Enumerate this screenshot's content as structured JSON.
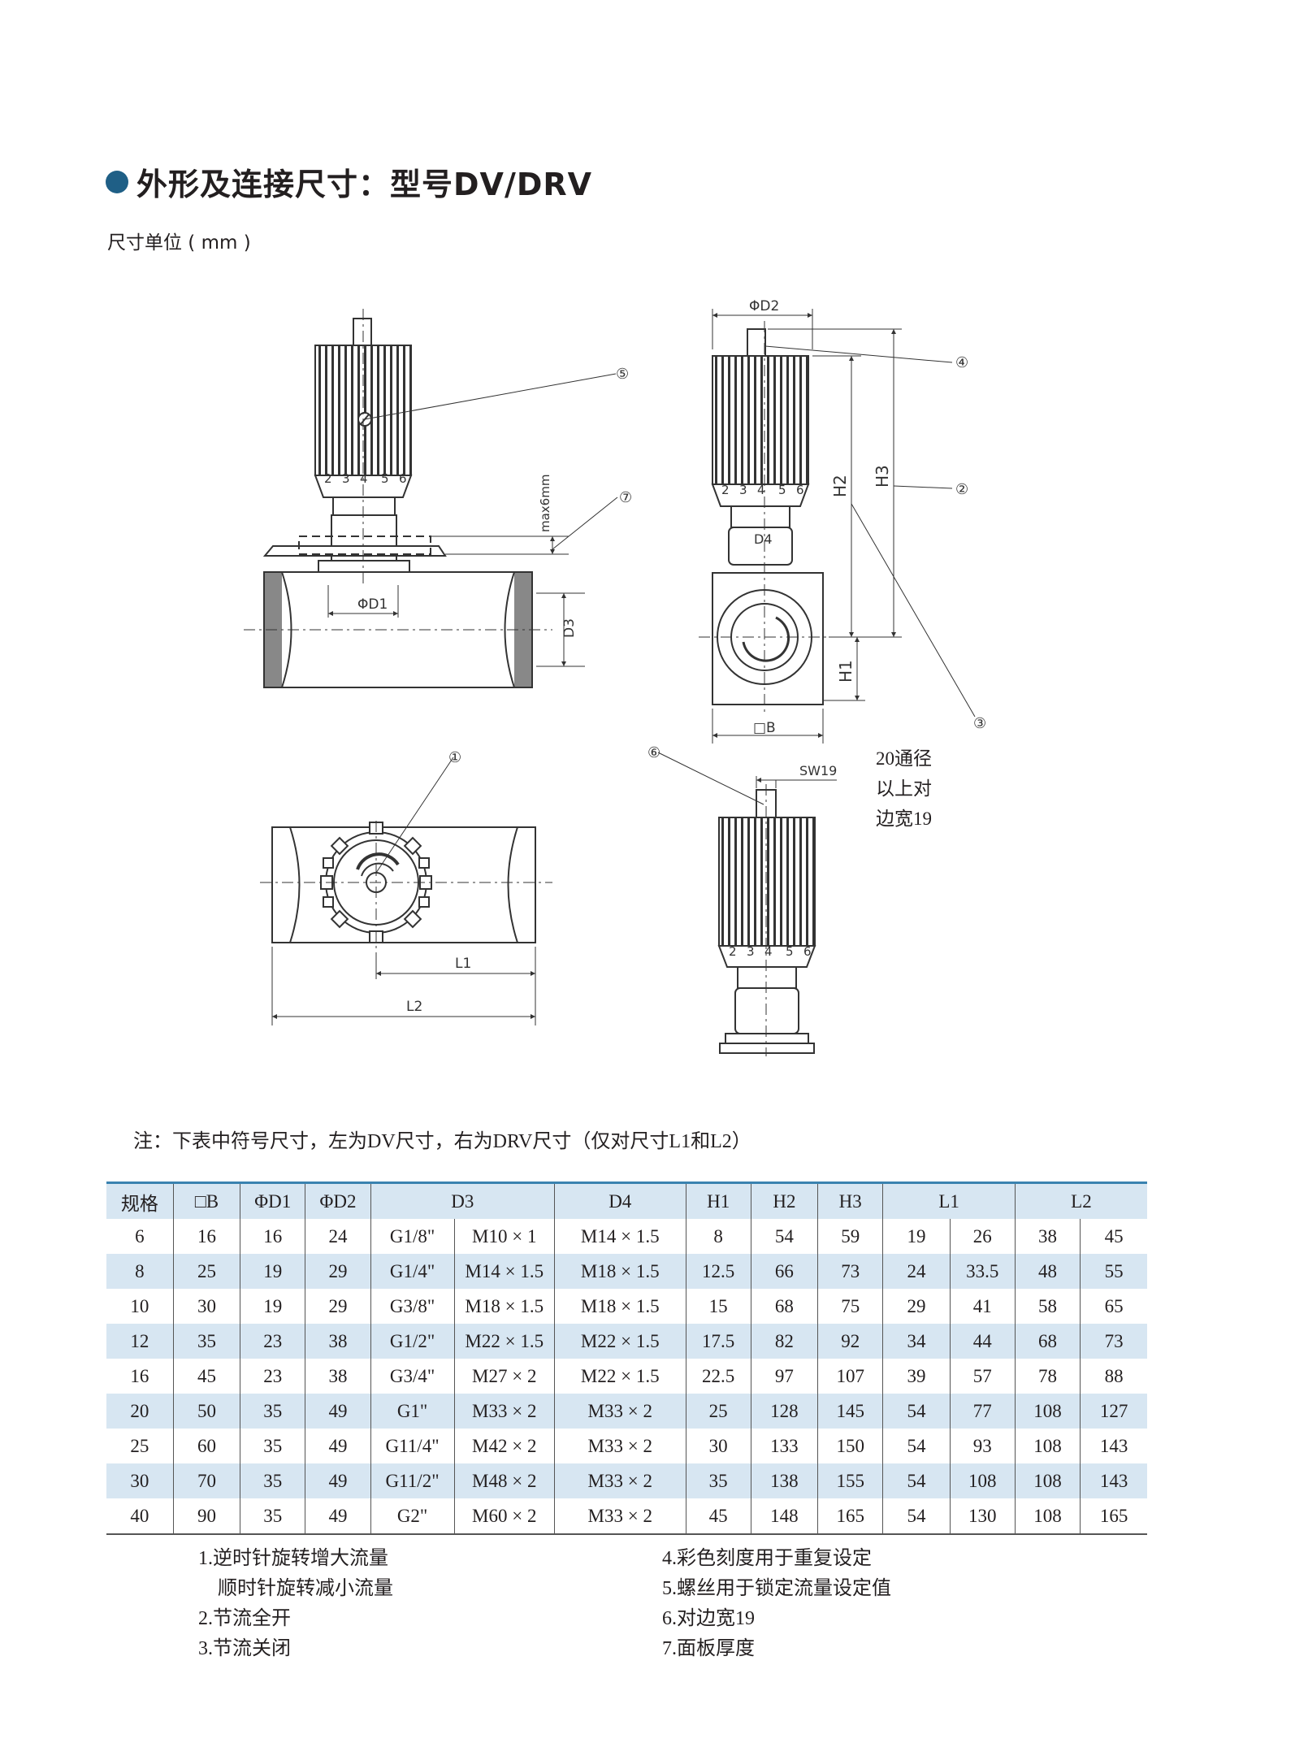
{
  "title": "外形及连接尺寸：型号DV/DRV",
  "units": "尺寸单位 ( mm )",
  "drawing": {
    "labels": {
      "phi_d1": "ΦD1",
      "phi_d2": "ΦD2",
      "d3": "D3",
      "d4": "D4",
      "h1": "H1",
      "h2": "H2",
      "h3": "H3",
      "sq_b": "□B",
      "l1": "L1",
      "l2": "L2",
      "sw19": "SW19",
      "max6mm": "max6mm",
      "scale_digits": [
        "2",
        "3",
        "4",
        "5",
        "6"
      ],
      "callouts": [
        "①",
        "②",
        "③",
        "④",
        "⑤",
        "⑥",
        "⑦"
      ]
    },
    "side_note": [
      "20通径",
      "以上对",
      "边宽19"
    ]
  },
  "note": "注：下表中符号尺寸，左为DV尺寸，右为DRV尺寸（仅对尺寸L1和L2）",
  "table": {
    "headers": [
      "规格",
      "□B",
      "ΦD1",
      "ΦD2",
      "D3",
      "D4",
      "H1",
      "H2",
      "H3",
      "L1",
      "L2"
    ],
    "rows": [
      [
        "6",
        "16",
        "16",
        "24",
        "G1/8\"",
        "M10 × 1",
        "M14 × 1.5",
        "8",
        "54",
        "59",
        "19",
        "26",
        "38",
        "45"
      ],
      [
        "8",
        "25",
        "19",
        "29",
        "G1/4\"",
        "M14 × 1.5",
        "M18 × 1.5",
        "12.5",
        "66",
        "73",
        "24",
        "33.5",
        "48",
        "55"
      ],
      [
        "10",
        "30",
        "19",
        "29",
        "G3/8\"",
        "M18 × 1.5",
        "M18 × 1.5",
        "15",
        "68",
        "75",
        "29",
        "41",
        "58",
        "65"
      ],
      [
        "12",
        "35",
        "23",
        "38",
        "G1/2\"",
        "M22 × 1.5",
        "M22 × 1.5",
        "17.5",
        "82",
        "92",
        "34",
        "44",
        "68",
        "73"
      ],
      [
        "16",
        "45",
        "23",
        "38",
        "G3/4\"",
        "M27 × 2",
        "M22 × 1.5",
        "22.5",
        "97",
        "107",
        "39",
        "57",
        "78",
        "88"
      ],
      [
        "20",
        "50",
        "35",
        "49",
        "G1\"",
        "M33 × 2",
        "M33 × 2",
        "25",
        "128",
        "145",
        "54",
        "77",
        "108",
        "127"
      ],
      [
        "25",
        "60",
        "35",
        "49",
        "G11/4\"",
        "M42 × 2",
        "M33 × 2",
        "30",
        "133",
        "150",
        "54",
        "93",
        "108",
        "143"
      ],
      [
        "30",
        "70",
        "35",
        "49",
        "G11/2\"",
        "M48 × 2",
        "M33 × 2",
        "35",
        "138",
        "155",
        "54",
        "108",
        "108",
        "143"
      ],
      [
        "40",
        "90",
        "35",
        "49",
        "G2\"",
        "M60 × 2",
        "M33 × 2",
        "45",
        "148",
        "165",
        "54",
        "130",
        "108",
        "165"
      ]
    ]
  },
  "footnotes_left": [
    "1.逆时针旋转增大流量",
    "　顺时针旋转减小流量",
    "2.节流全开",
    "3.节流关闭"
  ],
  "footnotes_right": [
    "4.彩色刻度用于重复设定",
    "5.螺丝用于锁定流量设定值",
    "6.对边宽19",
    "7.面板厚度"
  ]
}
